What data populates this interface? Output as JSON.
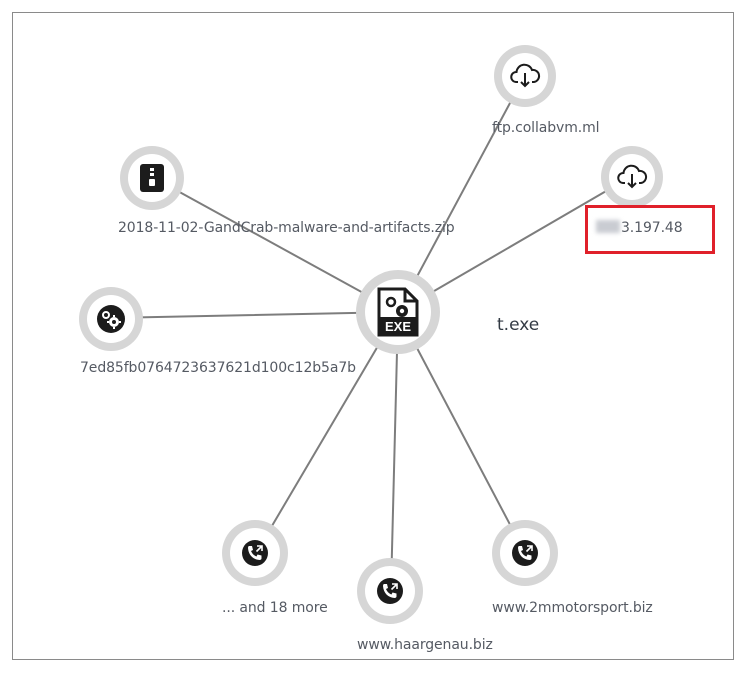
{
  "center": {
    "label": "t.exe",
    "icon": "exe-file-icon",
    "icon_text": "EXE"
  },
  "nodes": {
    "ftp": {
      "label": "ftp.collabvm.ml",
      "icon": "cloud-download-icon"
    },
    "ip": {
      "label": "3.197.48",
      "icon": "cloud-download-icon",
      "redacted_prefix": true,
      "highlighted": true
    },
    "zip": {
      "label": "2018-11-02-GandCrab-malware-and-artifacts.zip",
      "icon": "archive-file-icon"
    },
    "hash": {
      "label": "7ed85fb0764723637621d100c12b5a7b",
      "icon": "gear-process-icon"
    },
    "more": {
      "label": "... and 18 more",
      "icon": "phone-call-icon"
    },
    "haargenau": {
      "label": "www.haargenau.biz",
      "icon": "phone-call-icon"
    },
    "motorsport": {
      "label": "www.2mmotorsport.biz",
      "icon": "phone-call-icon"
    }
  },
  "colors": {
    "edge": "#7d7d7d",
    "node_ring": "#d6d6d6",
    "icon_dark": "#1c1c1c",
    "highlight": "#e0202a"
  }
}
